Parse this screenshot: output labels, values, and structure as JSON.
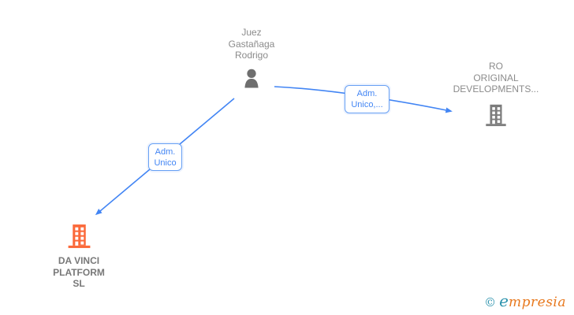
{
  "diagram": {
    "type": "corporate-relationship-graph",
    "colors": {
      "edge_blue": "#4285f4",
      "edge_label_border": "#67a0f4",
      "edge_label_text": "#4285f4",
      "node_icon_gray": "#737373",
      "node_icon_orange": "#fb693a",
      "node_text_gray": "#8b8b8b",
      "node_text_highlight": "#787878",
      "watermark_teal": "#2d93ad",
      "watermark_orange": "#e8791e"
    },
    "nodes": {
      "person": {
        "label": "Juez\nGastañaga\nRodrigo",
        "type": "person"
      },
      "company_right": {
        "label": "RO\nORIGINAL\nDEVELOPMENTS...",
        "type": "company"
      },
      "company_left": {
        "label": "DA VINCI\nPLATFORM\nSL",
        "type": "company",
        "highlighted": true
      }
    },
    "edges": [
      {
        "from": "Juez Gastañaga Rodrigo",
        "to": "RO ORIGINAL DEVELOPMENTS...",
        "label": "Adm.\nUnico,..."
      },
      {
        "from": "Juez Gastañaga Rodrigo",
        "to": "DA VINCI PLATFORM SL",
        "label": "Adm.\nUnico"
      }
    ]
  },
  "watermark": {
    "copyright": "©",
    "brand_initial": "e",
    "brand_rest": "mpresia"
  }
}
